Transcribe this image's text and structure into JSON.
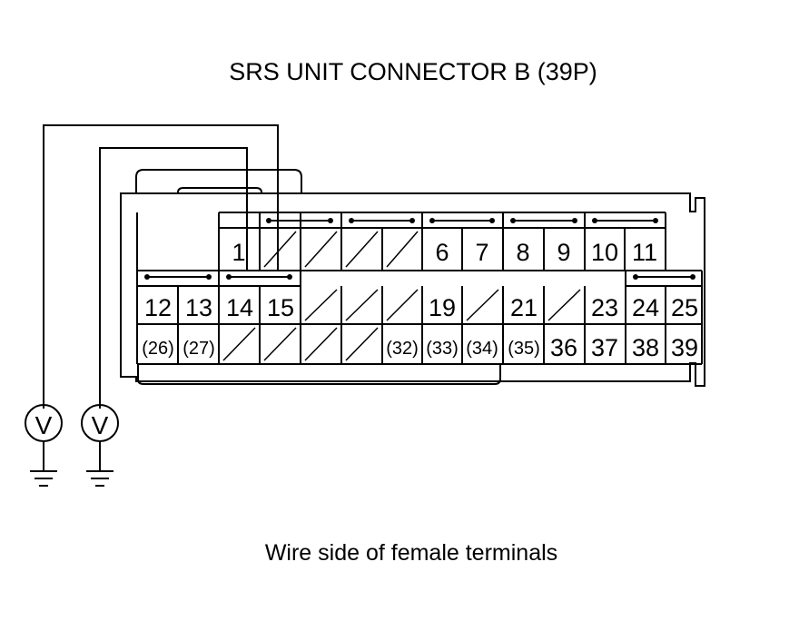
{
  "title": "SRS UNIT CONNECTOR B (39P)",
  "caption": "Wire side of female terminals",
  "colors": {
    "line": "#000000",
    "background": "#ffffff"
  },
  "icons": {
    "meter": "voltmeter-icon",
    "ground": "ground-icon"
  },
  "meter_symbol": "V",
  "connector": {
    "rows": [
      [
        "",
        "1",
        "",
        "",
        "",
        "6",
        "7",
        "8",
        "9",
        "10",
        "11"
      ],
      [
        "12",
        "13",
        "14",
        "15",
        "",
        "",
        "",
        "19",
        "",
        "21",
        "",
        "23",
        "24",
        "25"
      ],
      [
        "(26)",
        "(27)",
        "",
        "",
        "",
        "",
        "(32)",
        "(33)",
        "(34)",
        "(35)",
        "36",
        "37",
        "38",
        "39"
      ]
    ]
  }
}
